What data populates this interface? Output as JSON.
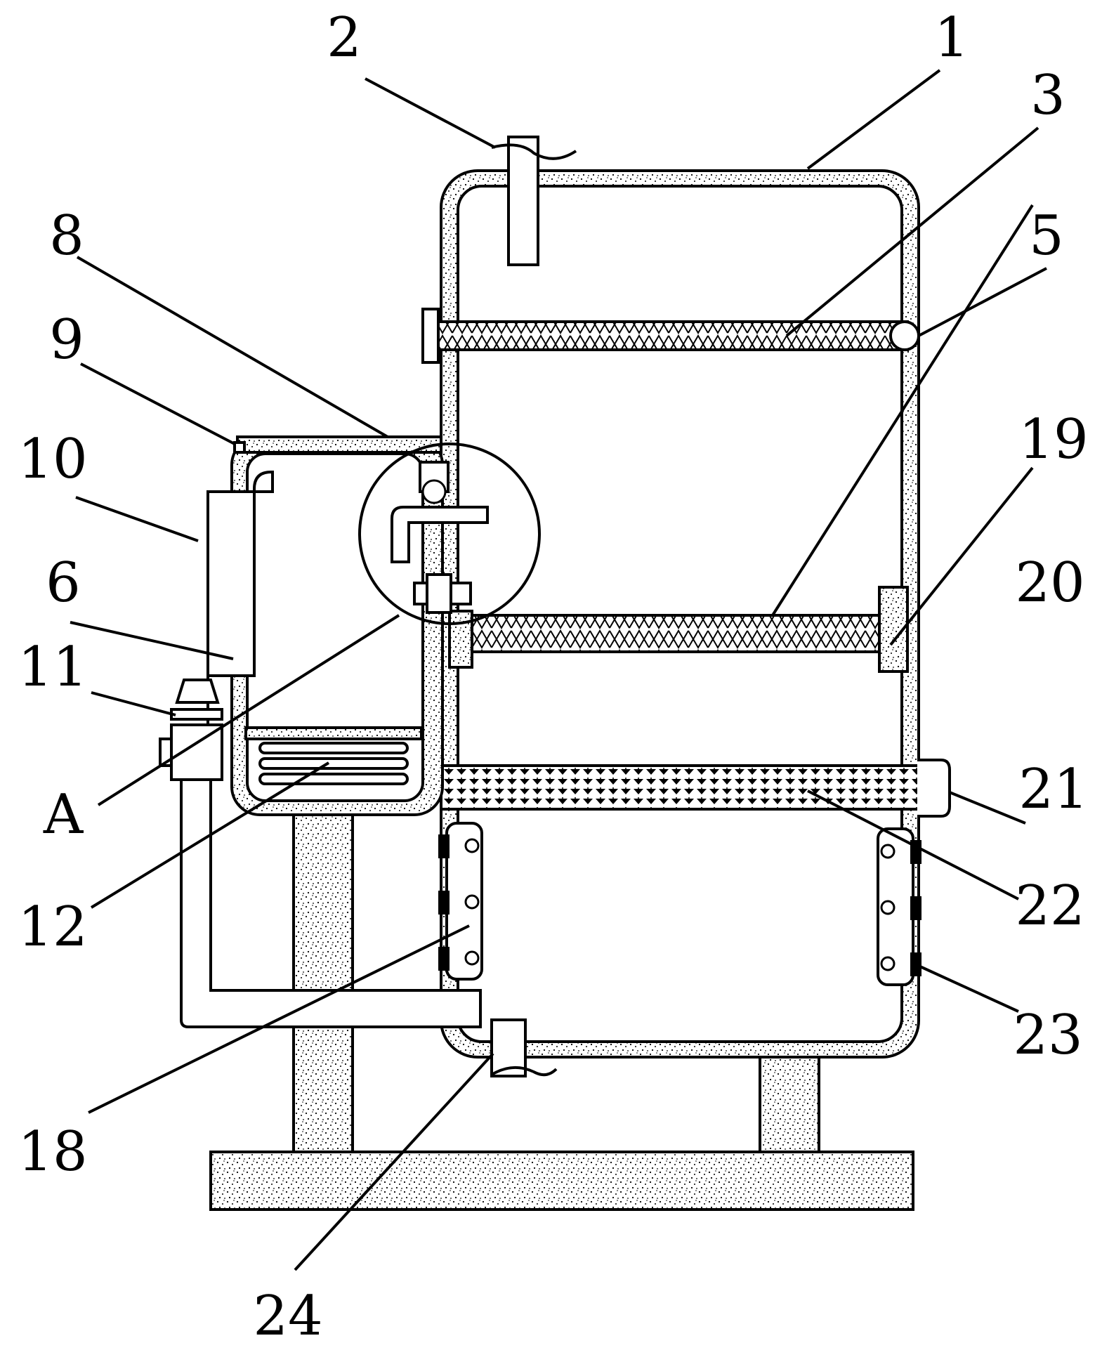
{
  "figure": {
    "callouts": [
      {
        "id": "c1",
        "text": "1"
      },
      {
        "id": "c2",
        "text": "2"
      },
      {
        "id": "c3",
        "text": "3"
      },
      {
        "id": "c5",
        "text": "5"
      },
      {
        "id": "c6",
        "text": "6"
      },
      {
        "id": "c8",
        "text": "8"
      },
      {
        "id": "c9",
        "text": "9"
      },
      {
        "id": "c10",
        "text": "10"
      },
      {
        "id": "c11",
        "text": "11"
      },
      {
        "id": "c12",
        "text": "12"
      },
      {
        "id": "c18",
        "text": "18"
      },
      {
        "id": "c19",
        "text": "19"
      },
      {
        "id": "c20",
        "text": "20"
      },
      {
        "id": "c21",
        "text": "21"
      },
      {
        "id": "c22",
        "text": "22"
      },
      {
        "id": "c23",
        "text": "23"
      },
      {
        "id": "c24",
        "text": "24"
      },
      {
        "id": "cA",
        "text": "A"
      }
    ]
  }
}
